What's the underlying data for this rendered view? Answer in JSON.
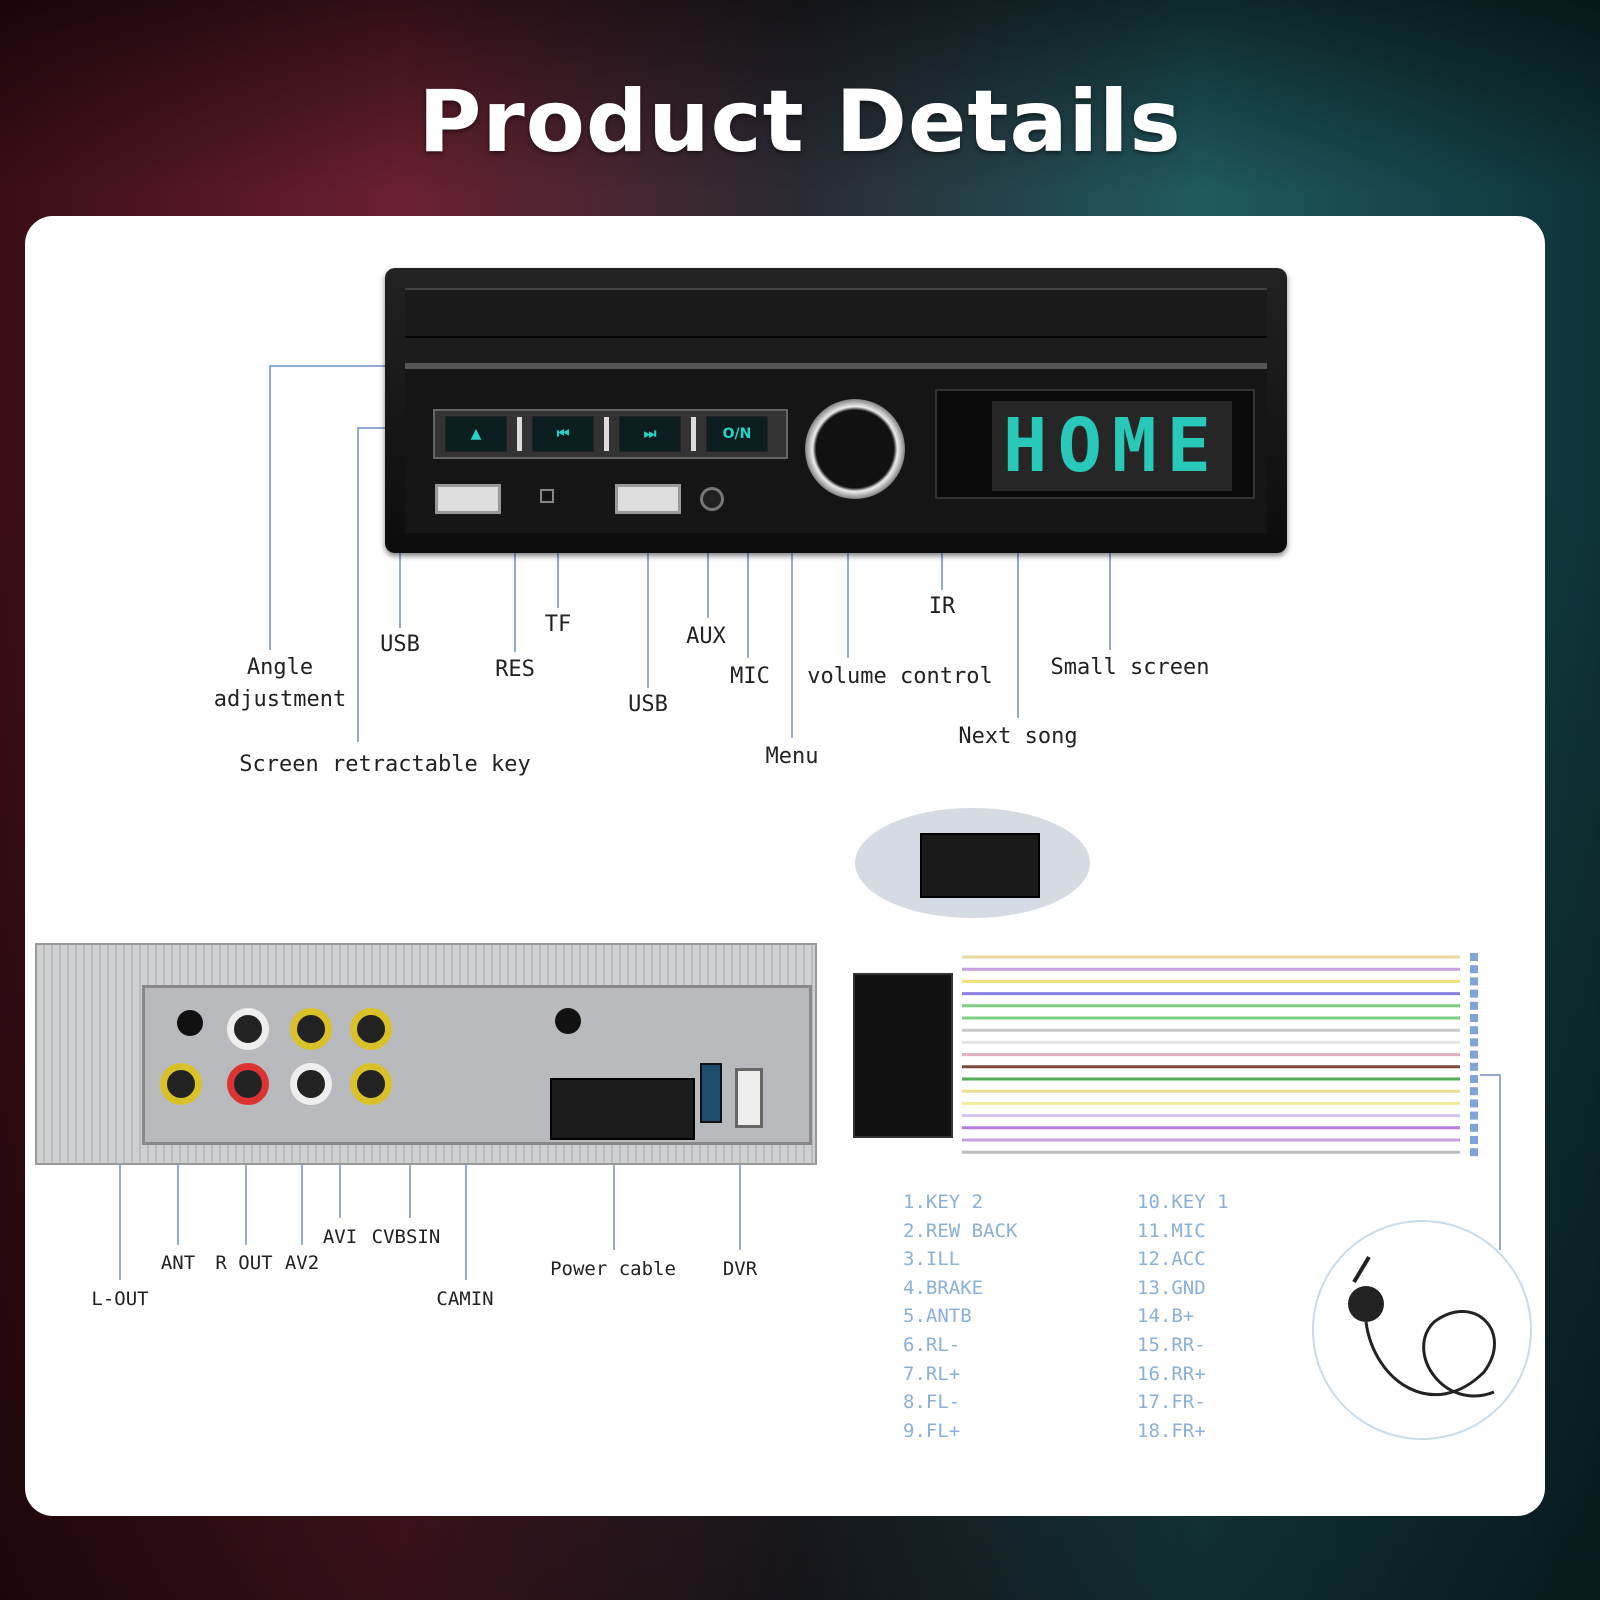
{
  "title": "Product Details",
  "head_unit": {
    "buttons": [
      "▲",
      "⏮",
      "⏭",
      "O/N"
    ],
    "display_text": "HOME",
    "labels": {
      "angle_adjustment": "Angle\nadjustment",
      "usb_front": "USB",
      "screen_retractable_key": "Screen retractable key",
      "res": "RES",
      "tf": "TF",
      "usb_second": "USB",
      "aux": "AUX",
      "mic": "MIC",
      "menu": "Menu",
      "volume_control": "volume control",
      "ir": "IR",
      "next_song": "Next song",
      "small_screen": "Small screen"
    }
  },
  "rear_panel": {
    "labels": {
      "ant": "ANT",
      "r_out": "R OUT",
      "av2": "AV2",
      "avi": "AVI",
      "cvbsin": "CVBSIN",
      "l_out": "L-OUT",
      "camin": "CAMIN",
      "power_cable": "Power cable",
      "dvr": "DVR"
    }
  },
  "wiring": {
    "wire_colors": [
      "#e8d9a0",
      "#c9a0e0",
      "#f1e07a",
      "#8a7fe0",
      "#7fcf7f",
      "#7fcf7f",
      "#c9c9c9",
      "#e5e5e5",
      "#e0b0c0",
      "#7a4a3a",
      "#55aa55",
      "#e8e090",
      "#f2ec9a",
      "#d5c3ef",
      "#b27fe0",
      "#c9a0e0",
      "#bbbbbb"
    ],
    "pins_left": [
      "1.KEY 2",
      "2.REW BACK",
      "3.ILL",
      "4.BRAKE",
      "5.ANTB",
      "6.RL-",
      "7.RL+",
      "8.FL-",
      "9.FL+"
    ],
    "pins_right": [
      "10.KEY 1",
      "11.MIC",
      "12.ACC",
      "13.GND",
      "14.B+",
      "15.RR-",
      "16.RR+",
      "17.FR-",
      "18.FR+"
    ]
  }
}
